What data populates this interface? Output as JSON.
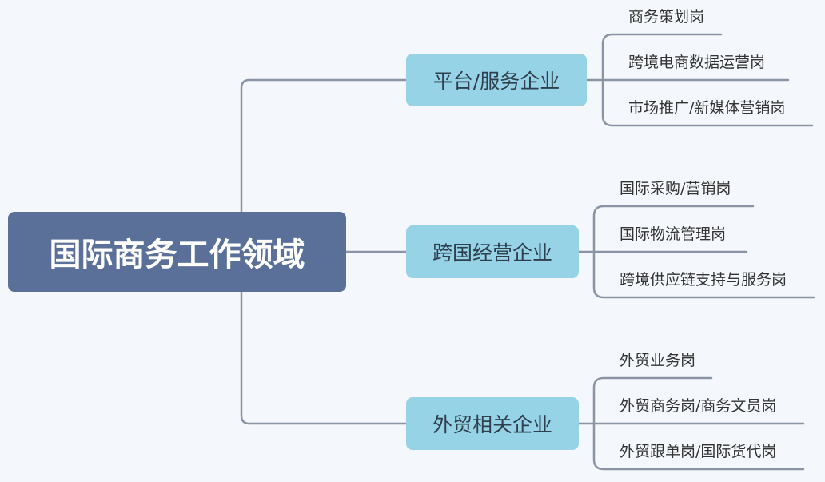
{
  "root": {
    "label": "国际商务工作领域"
  },
  "branches": [
    {
      "label": "平台/服务企业",
      "items": [
        "商务策划岗",
        "跨境电商数据运营岗",
        "市场推广/新媒体营销岗"
      ]
    },
    {
      "label": "跨国经营企业",
      "items": [
        "国际采购/营销岗",
        "国际物流管理岗",
        "跨境供应链支持与服务岗"
      ]
    },
    {
      "label": "外贸相关企业",
      "items": [
        "外贸业务岗",
        "外贸商务岗/商务文员岗",
        "外贸跟单岗/国际货代岗"
      ]
    }
  ],
  "colors": {
    "root": "#5a7099",
    "branch": "#96d3e6",
    "line": "#8a94a6",
    "background": "#f4f8fc"
  }
}
